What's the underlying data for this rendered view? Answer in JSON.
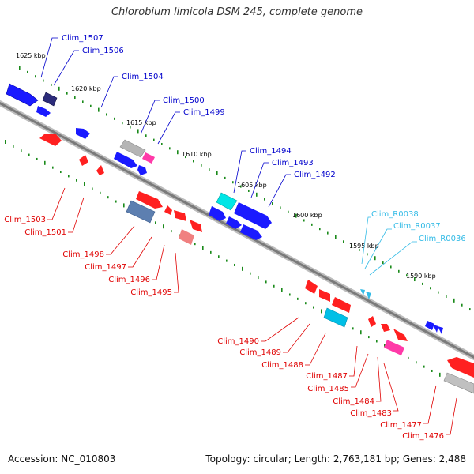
{
  "title": "Chlorobium limicola DSM 245, complete genome",
  "footer": {
    "accession": "Accession: NC_010803",
    "summary": "Topology: circular; Length: 2,763,181 bp; Genes: 2,488"
  },
  "colors": {
    "fwd_gene": "#1a1aff",
    "rev_gene": "#ff2020",
    "fwd_label": "#0000cc",
    "rev_label": "#e00000",
    "rna_label": "#33bbe6",
    "backbone": "#8a8a8a",
    "tick": "#1a8a1a"
  },
  "scale_labels": [
    "1625 kbp",
    "1620 kbp",
    "1615 kbp",
    "1610 kbp",
    "1605 kbp",
    "1600 kbp",
    "1595 kbp",
    "1590 kbp"
  ],
  "genes_forward": [
    "Clim_1507",
    "Clim_1506",
    "Clim_1504",
    "Clim_1500",
    "Clim_1499",
    "Clim_1494",
    "Clim_1493",
    "Clim_1492"
  ],
  "genes_rna": [
    "Clim_R0038",
    "Clim_R0037",
    "Clim_R0036"
  ],
  "genes_reverse": [
    "Clim_1503",
    "Clim_1501",
    "Clim_1498",
    "Clim_1497",
    "Clim_1496",
    "Clim_1495",
    "Clim_1490",
    "Clim_1489",
    "Clim_1488",
    "Clim_1487",
    "Clim_1485",
    "Clim_1484",
    "Clim_1483",
    "Clim_1477",
    "Clim_1476"
  ]
}
